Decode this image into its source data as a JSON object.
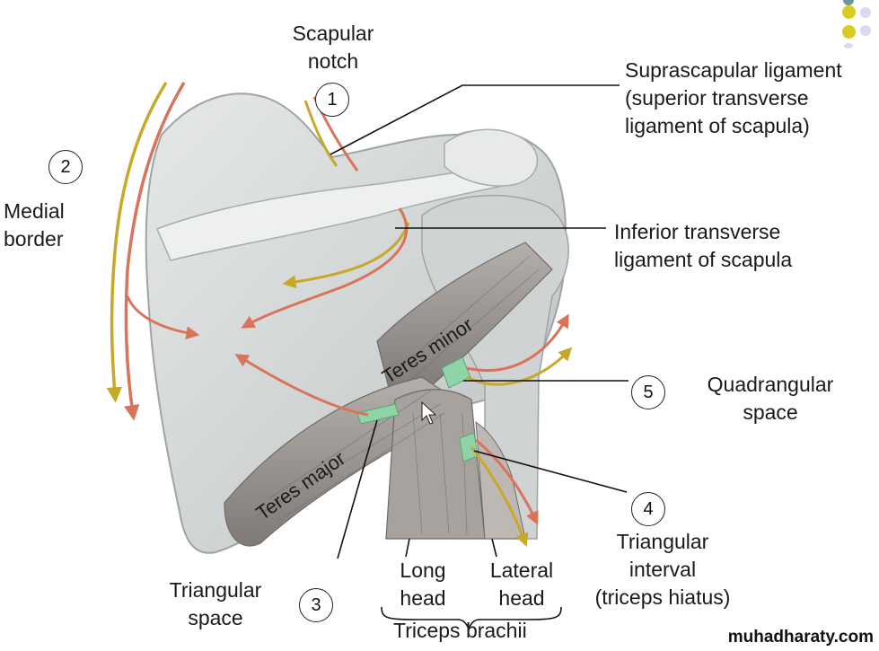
{
  "labels": {
    "scapular_notch": [
      "Scapular",
      "notch"
    ],
    "suprascapular_ligament": [
      "Suprascapular ligament",
      "(superior transverse",
      "ligament of scapula)"
    ],
    "medial_border": [
      "Medial",
      "border"
    ],
    "inferior_transverse": [
      "Inferior transverse",
      "ligament of scapula"
    ],
    "quadrangular_space": [
      "Quadrangular",
      "space"
    ],
    "triangular_interval": [
      "Triangular",
      "interval",
      "(triceps hiatus)"
    ],
    "triangular_space": [
      "Triangular",
      "space"
    ],
    "long_head": [
      "Long",
      "head"
    ],
    "lateral_head": [
      "Lateral",
      "head"
    ],
    "triceps_brachii": "Triceps brachii",
    "teres_minor": "Teres minor",
    "teres_major": "Teres major"
  },
  "markers": [
    "1",
    "2",
    "3",
    "4",
    "5"
  ],
  "watermark": "muhadharaty.com",
  "colors": {
    "nerve_yellow": "#c8a828",
    "artery_red": "#d9735a",
    "space_green": "#8fd4a6",
    "bone": "#d7d9d9",
    "muscle": "#9a9592",
    "accent_yellow": "#d8cc22",
    "accent_lilac": "#d9d9ef",
    "accent_teal": "#6a9a96"
  }
}
